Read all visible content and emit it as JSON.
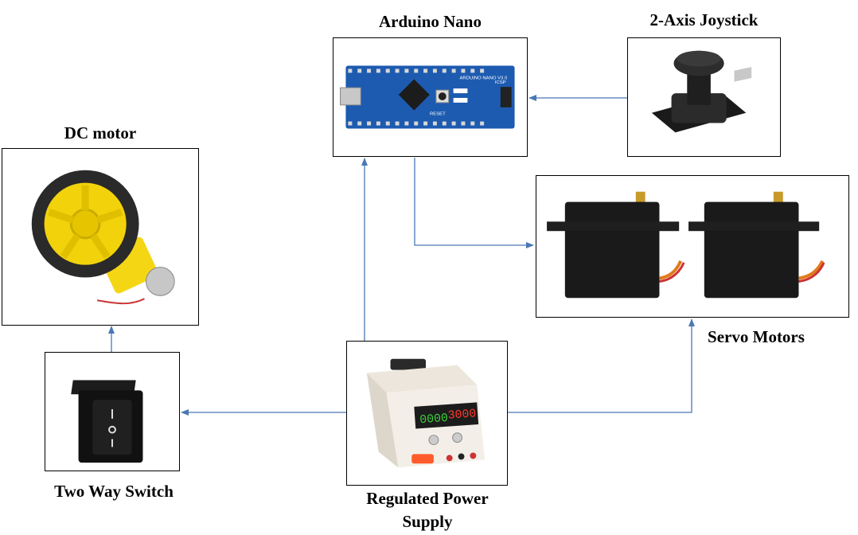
{
  "components": {
    "arduino": {
      "label": "Arduino Nano",
      "board_text": "ARDUINO NANO V3.0",
      "icsp": "ICSP",
      "reset": "RESET"
    },
    "joystick": {
      "label": "2-Axis Joystick"
    },
    "dc_motor": {
      "label": "DC motor"
    },
    "servo": {
      "label": "Servo Motors"
    },
    "switch": {
      "label": "Two Way Switch"
    },
    "power": {
      "label_line1": "Regulated Power",
      "label_line2": "Supply",
      "volts": "0000",
      "amps": "3000"
    }
  },
  "colors": {
    "connector": "#4a78b5",
    "board": "#1d5bb0",
    "wheel": "#f2d20a",
    "tire": "#2a2a2a",
    "servo": "#1a1a1a",
    "psu": "#ece6dc"
  }
}
